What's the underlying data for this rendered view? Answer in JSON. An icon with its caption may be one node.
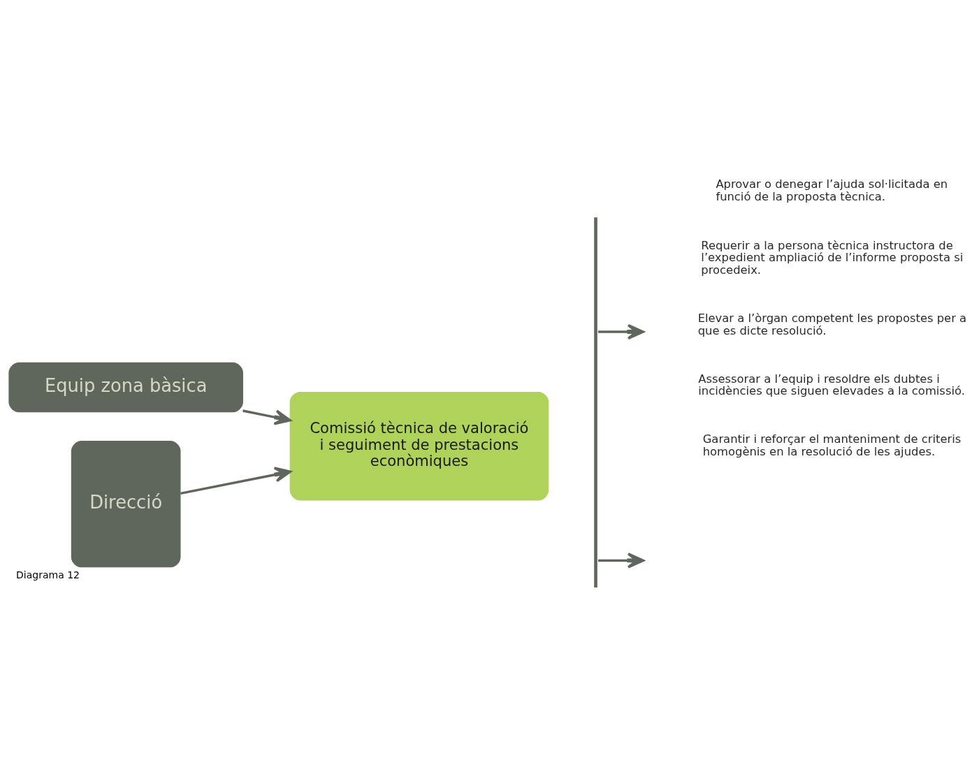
{
  "diagram": {
    "caption": "Diagrama 12",
    "nodes": [
      {
        "text": [
          "Equip zona bàsica"
        ]
      },
      {
        "text": [
          "Direcció"
        ]
      },
      {
        "text": [
          "Comissió tècnica de valoració i seguiment de prestacions econòmiques"
        ]
      },
      {
        "text": [],
        "shape": "bar"
      }
    ],
    "edges": [
      {
        "from": 0,
        "to": 2,
        "arrow": "to"
      },
      {
        "from": 1,
        "to": 2,
        "arrow": "to"
      },
      {
        "from": 3,
        "to": null,
        "arrow": "to"
      },
      {
        "from": 3,
        "to": null,
        "arrow": "to"
      }
    ],
    "labels": [
      "Garantir i reforçar el manteniment de criteris homogènis en la resolució de les ajudes.",
      "Aprovar o denegar l’ajuda sol·licitada en funció de la proposta tècnica.",
      "Requerir a la persona tècnica instructora de l’expedient ampliació de l’informe proposta si procedeix.",
      "Elevar a l’òrgan competent les propostes per a que es dicte resolució.",
      "Assessorar a l’equip i resoldre els dubtes i incidències que siguen elevades a la comissió."
    ]
  }
}
